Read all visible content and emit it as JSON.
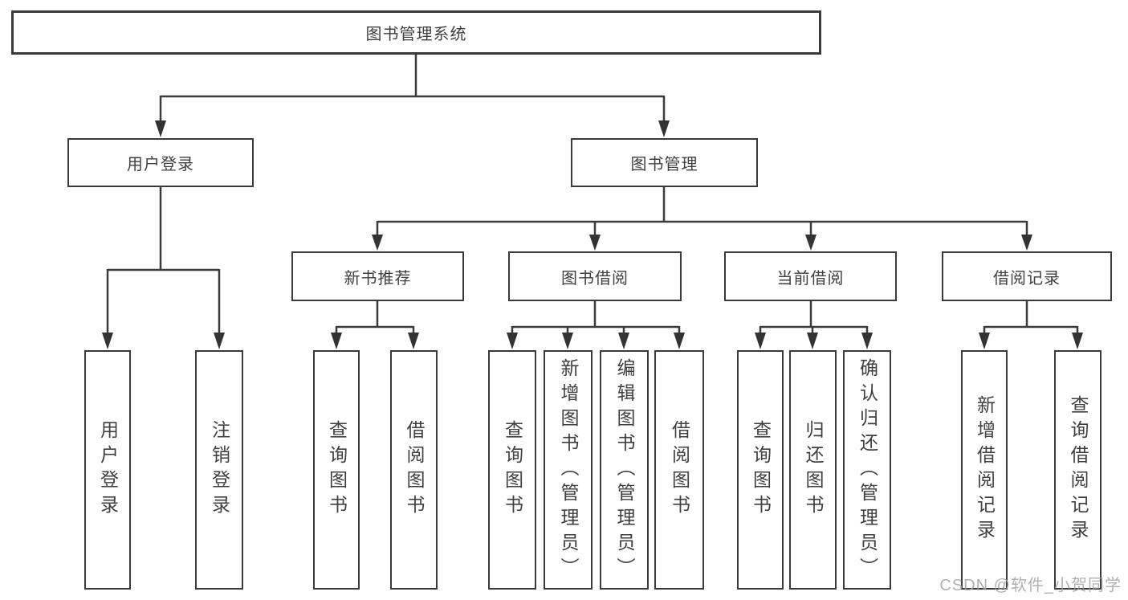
{
  "diagram": {
    "title": "图书管理系统",
    "root": {
      "label": "图书管理系统"
    },
    "level2": [
      {
        "label": "用户登录"
      },
      {
        "label": "图书管理"
      }
    ],
    "level3": [
      {
        "label": "新书推荐"
      },
      {
        "label": "图书借阅"
      },
      {
        "label": "当前借阅"
      },
      {
        "label": "借阅记录"
      }
    ],
    "leaves": {
      "user_login": [
        {
          "label": "用户登录"
        },
        {
          "label": "注销登录"
        }
      ],
      "new_book": [
        {
          "label": "查询图书"
        },
        {
          "label": "借阅图书"
        }
      ],
      "borrow": [
        {
          "label": "查询图书"
        },
        {
          "label": "新增图书（管理员）"
        },
        {
          "label": "编辑图书（管理员）"
        },
        {
          "label": "借阅图书"
        }
      ],
      "current": [
        {
          "label": "查询图书"
        },
        {
          "label": "归还图书"
        },
        {
          "label": "确认归还（管理员）"
        }
      ],
      "records": [
        {
          "label": "新增借阅记录"
        },
        {
          "label": "查询借阅记录"
        }
      ]
    }
  },
  "watermark": {
    "text": "CSDN @软件_小贺同学"
  },
  "colors": {
    "line": "#3a3a3a",
    "box_border": "#3a3a3a",
    "box_fill": "#ffffff",
    "text": "#3f3f3f",
    "watermark": "#a3a3a3",
    "background": "#ffffff"
  }
}
